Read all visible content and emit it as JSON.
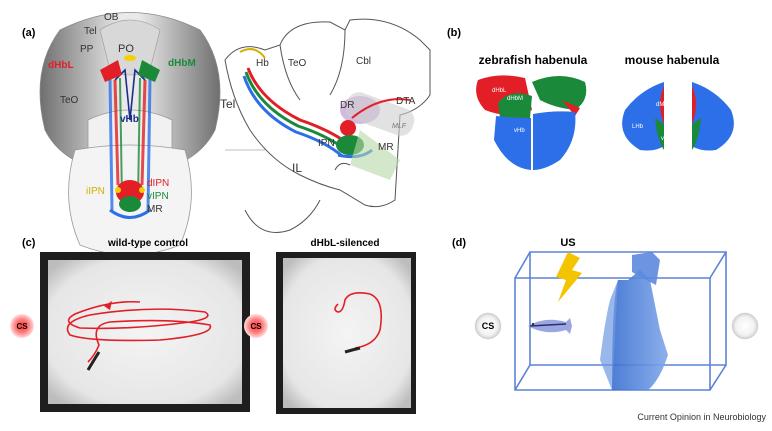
{
  "panel_a": {
    "label": "(a)",
    "dorsal_view": {
      "OB": "OB",
      "Tel": "Tel",
      "PP": "PP",
      "PO": "PO",
      "dHbL": "dHbL",
      "dHbM": "dHbM",
      "TeO": "TeO",
      "vHb": "vHb",
      "iIPN": "iIPN",
      "dIPN": "dIPN",
      "vIPN": "vIPN",
      "MR": "MR"
    },
    "side_view": {
      "Hb": "Hb",
      "TeO": "TeO",
      "Cbl": "Cbl",
      "Tel": "Tel",
      "DR": "DR",
      "DTA": "DTA",
      "MLF": "MLF",
      "IPN": "IPN",
      "MR": "MR",
      "IL": "IL"
    }
  },
  "panel_b": {
    "label": "(b)",
    "zebrafish": {
      "title": "zebrafish habenula",
      "dHbL": "dHbL",
      "dHbM": "dHbM",
      "vHb": "vHb"
    },
    "mouse": {
      "title": "mouse habenula",
      "LHb": "LHb",
      "dMHb": "dMHb",
      "vMHb": "vMHb"
    }
  },
  "panel_c": {
    "label": "(c)",
    "left_title": "wild-type control",
    "right_title": "dHbL-silenced",
    "cs": "CS"
  },
  "panel_d": {
    "label": "(d)",
    "us": "US",
    "cs": "CS"
  },
  "credit": "Current Opinion in Neurobiology",
  "colors": {
    "red": "#e21f26",
    "green": "#1a8a3a",
    "blue": "#2d6fe8",
    "yellow": "#f5d000",
    "dark_blue": "#1b2f8a"
  }
}
